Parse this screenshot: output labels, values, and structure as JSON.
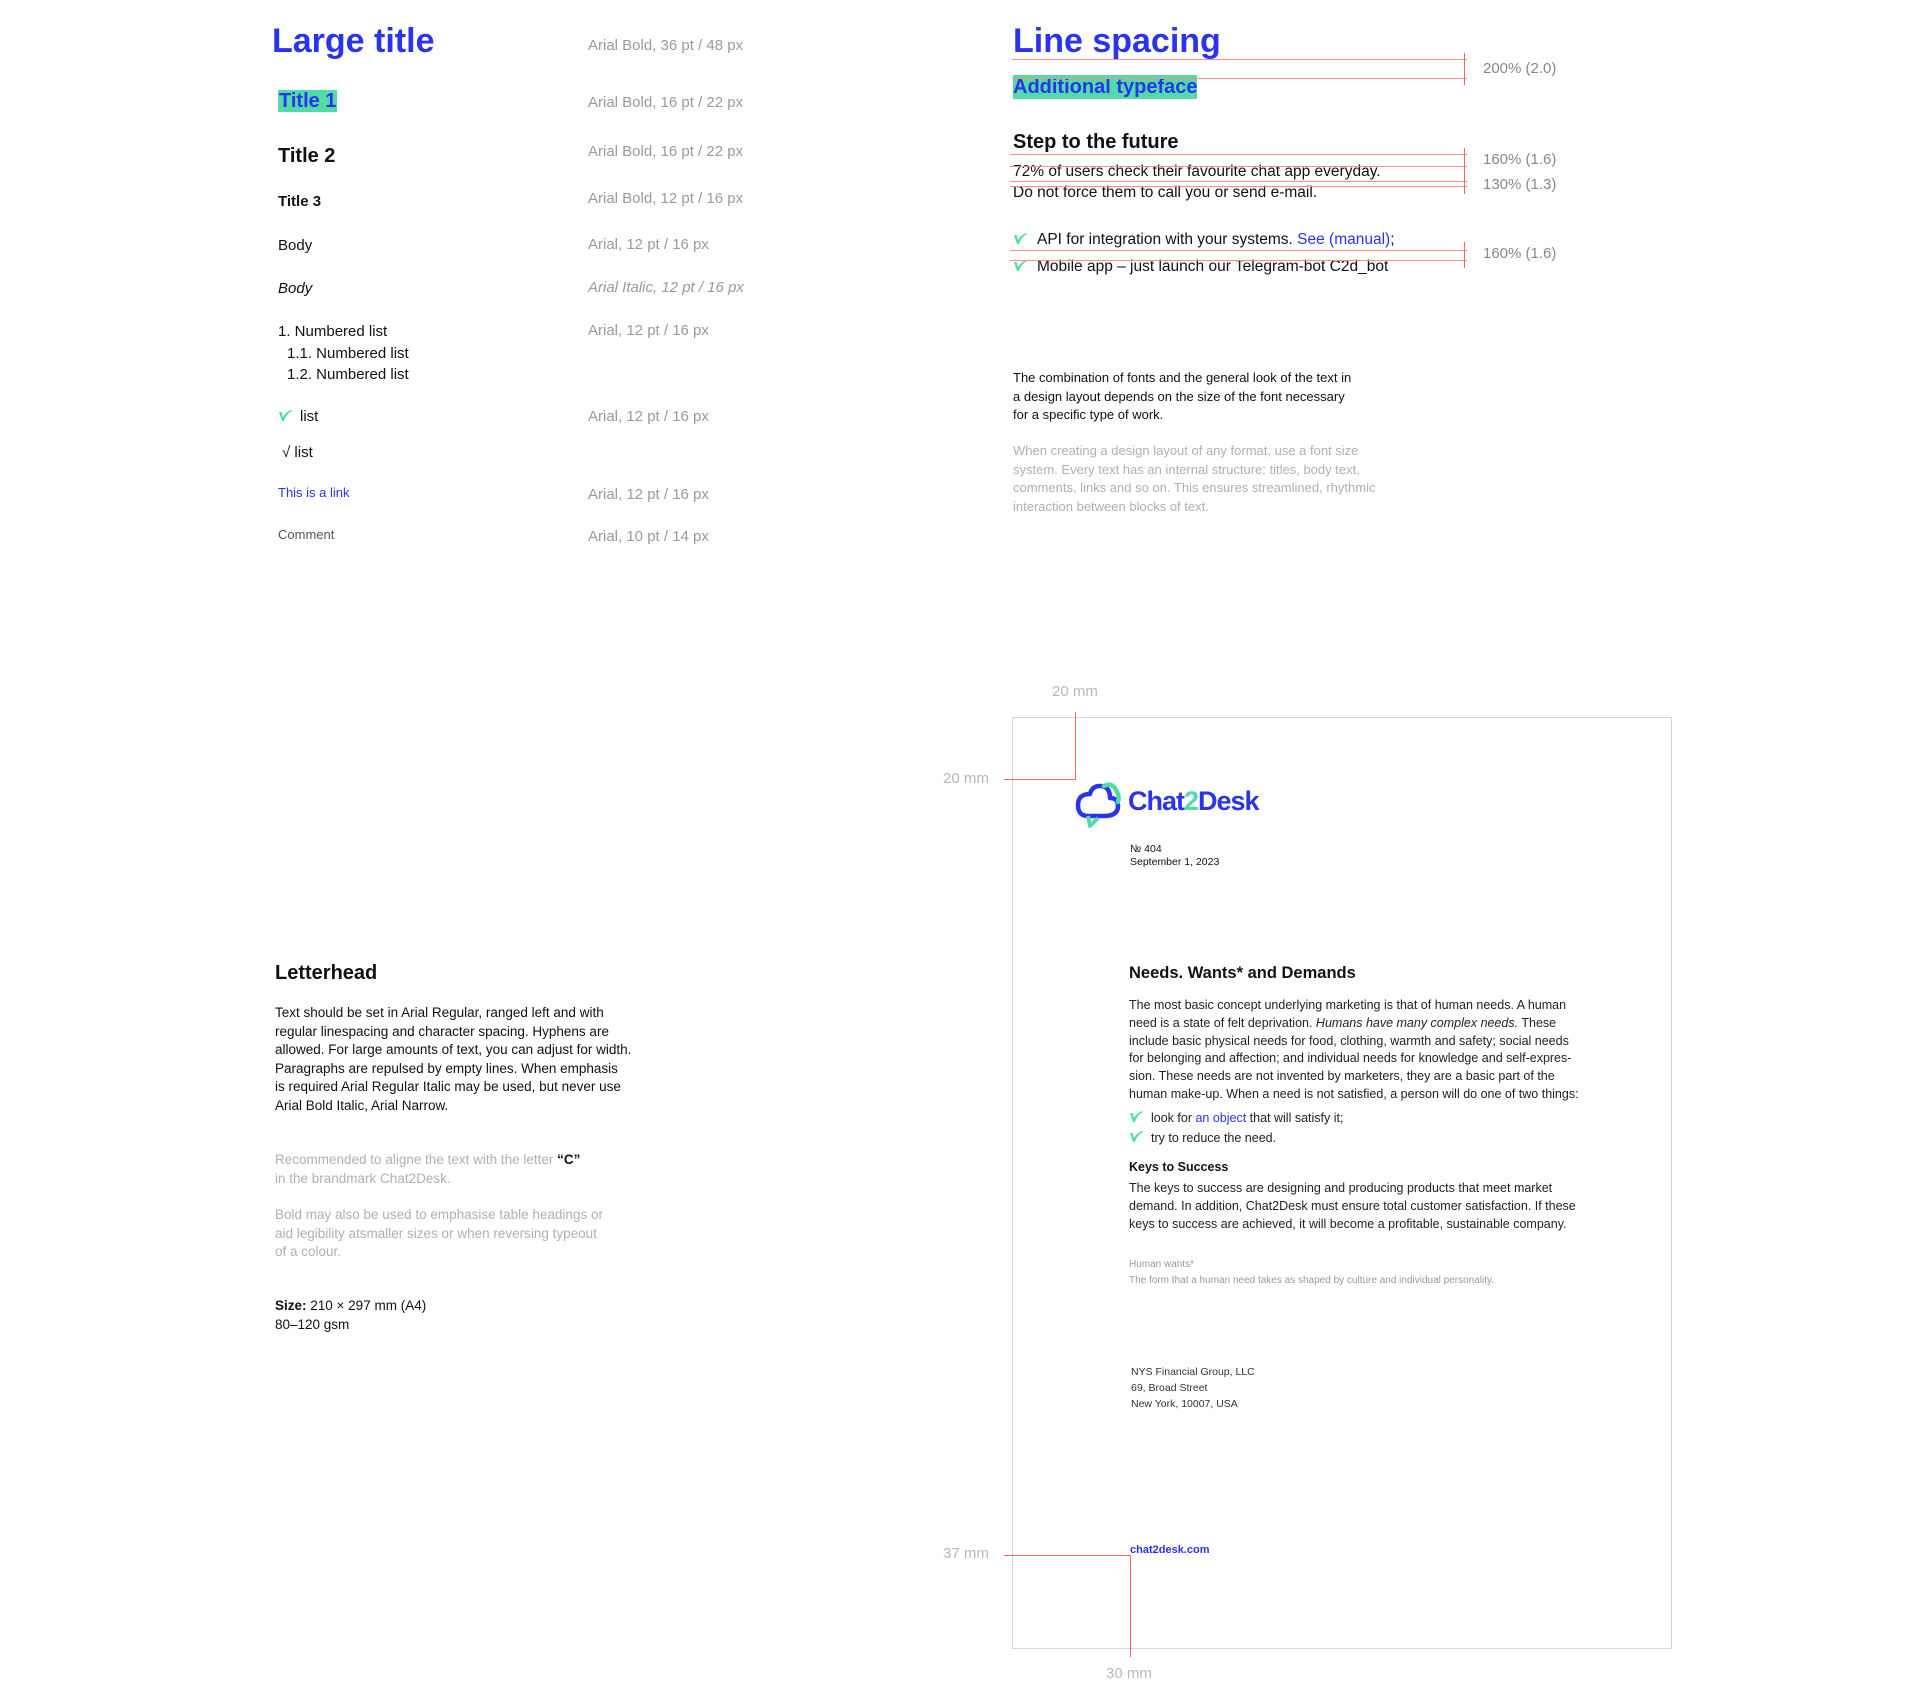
{
  "type_scale": {
    "rows": [
      {
        "sample": "Large title",
        "spec": "Arial Bold, 36 pt / 48 px"
      },
      {
        "sample": "Title 1",
        "spec": "Arial Bold, 16 pt / 22 px"
      },
      {
        "sample": "Title 2",
        "spec": "Arial Bold, 16 pt / 22 px"
      },
      {
        "sample": "Title 3",
        "spec": "Arial Bold, 12 pt / 16 px"
      },
      {
        "sample": "Body",
        "spec": "Arial, 12 pt / 16 px"
      },
      {
        "sample": "Body",
        "spec": "Arial Italic, 12 pt / 16 px"
      },
      {
        "sample": "1. Numbered list",
        "spec": "Arial, 12 pt / 16 px"
      },
      {
        "sample": "list",
        "spec": "Arial, 12 pt / 16 px"
      },
      {
        "sample": "This is a link",
        "spec": "Arial, 12 pt / 16 px"
      },
      {
        "sample": "Comment",
        "spec": "Arial, 10 pt / 14 px"
      }
    ],
    "numbered_sub": [
      "1.1. Numbered list",
      "1.2. Numbered list"
    ],
    "sqrt_list": "√ list"
  },
  "line_spacing": {
    "title": "Line spacing",
    "additional": "Additional  typeface",
    "ratio_title": "200% (2.0)",
    "step_title": "Step to the future",
    "line1": "72% of users check their favourite chat app everyday.",
    "line2": "Do not force them to call you or send e-mail.",
    "ratio_step": "160% (1.6)",
    "ratio_body": "130% (1.3)",
    "bullet1_text": "API for integration with your systems. ",
    "bullet1_link": "See (manual)",
    "bullet1_end": ";",
    "bullet2_text": "Mobile app – just launch our Telegram-bot C2d_bot",
    "ratio_list": "160% (1.6)",
    "para_dark": [
      "The combination of fonts and the general look of the text in",
      "a design layout depends on the size of the font necessary",
      "for a specific type of work."
    ],
    "para_grey": [
      "When creating a design layout of any format, use a font size",
      "system. Every text has an internal structure: titles, body text,",
      "comments, links and so on. This ensures streamlined, rhythmic",
      "interaction between blocks of text."
    ]
  },
  "letterhead": {
    "title": "Letterhead",
    "body": [
      "Text should be set in Arial Regular, ranged left and with",
      "regular linespacing and character spacing. Hyphens are",
      "allowed. For large amounts of text, you can adjust for width.",
      "Paragraphs are repulsed by empty lines. When emphasis",
      "is required Arial Regular Italic may be used, but never use",
      "Arial Bold Italic, Arial Narrow."
    ],
    "note1_a": "Recommended to aligne the text with the letter ",
    "note1_c": "“C”",
    "note1_b": "in the brandmark Chat2Desk.",
    "note2": [
      "Bold may also be used to emphasise table headings or",
      "aid legibility atsmaller sizes or when reversing typeout",
      "of a colour."
    ],
    "size_label": "Size:",
    "size_value": " 210 × 297 mm (A4)",
    "weight": "80–120 gsm"
  },
  "sample_page": {
    "margin_top": "20 mm",
    "margin_left": "20 mm",
    "margin_bottom": "37 mm",
    "margin_footer_left": "30 mm",
    "logo": {
      "part1": "Chat",
      "part2": "2",
      "part3": "Desk"
    },
    "number": "№ 404",
    "date": "September 1, 2023",
    "heading": "Needs. Wants* and Demands",
    "p1_a": "The most basic concept underlying marketing is that of human needs. A human",
    "p1_b": "need is a state of felt deprivation. ",
    "p1_b_italic": "Humans have many complex needs.",
    "p1_b_end": " These",
    "p1_rest": [
      "include basic physical needs for food, clothing, warmth and safety; social needs",
      "for belonging and affection; and individual needs for knowledge and self-expres-",
      "sion. These needs are not invented by marketers, they are a basic part of the",
      "human make-up. When a need is not satisfied, a person will do one of two things:"
    ],
    "bullet1_a": "look for ",
    "bullet1_link": "an object",
    "bullet1_b": " that will satisfy it;",
    "bullet2": "try to reduce the need.",
    "subheading": "Keys to Success",
    "p2": [
      "The keys to success are designing and producing products that meet market",
      "demand. In addition, Chat2Desk must ensure total customer satisfaction. If these",
      "keys to success are achieved, it will become a profitable, sustainable company."
    ],
    "footnote_title": "Human wants*",
    "footnote_text": "The form that a human need takes as shaped by culture and individual personality.",
    "address": [
      "NYS Financial Group, LLC",
      "69, Broad Street",
      "New York, 10007, USA"
    ],
    "website": "chat2desk.com"
  },
  "colors": {
    "brand_blue": "#2a33f0",
    "brand_green": "#52dba6",
    "guide_red": "#ff6060"
  }
}
